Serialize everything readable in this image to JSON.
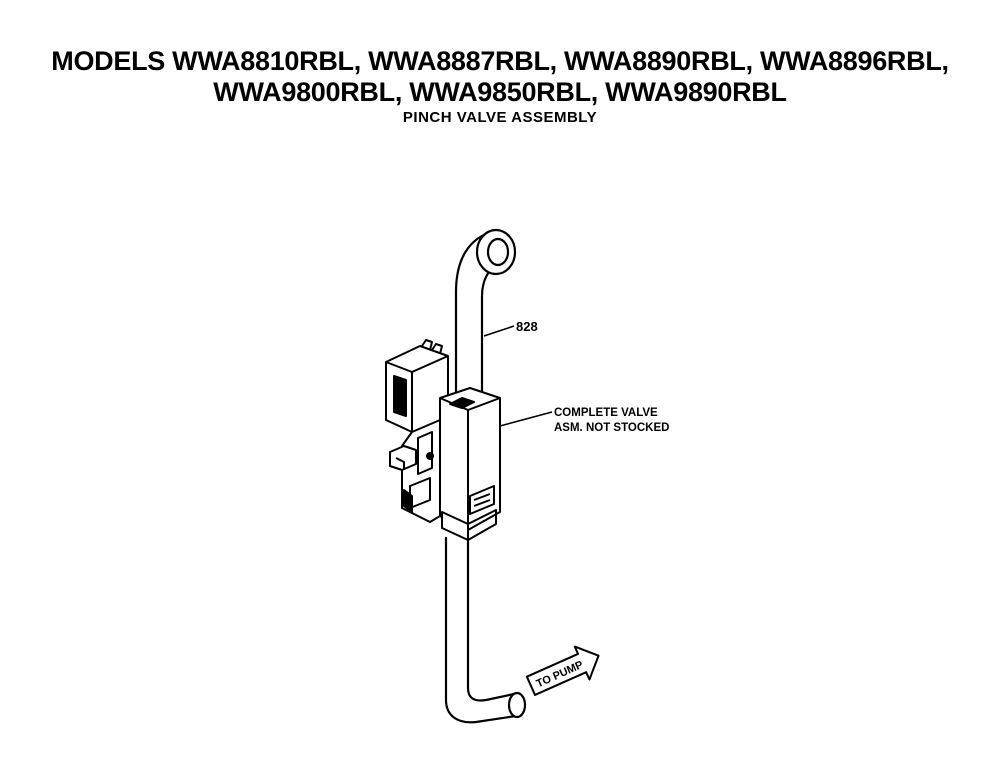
{
  "header": {
    "title_line_1": "MODELS WWA8810RBL, WWA8887RBL, WWA8890RBL, WWA8896RBL,",
    "title_line_2": "WWA9800RBL, WWA9850RBL, WWA9890RBL",
    "subtitle": "PINCH VALVE ASSEMBLY"
  },
  "callouts": {
    "part_number": "828",
    "valve_note_line_1": "COMPLETE VALVE",
    "valve_note_line_2": "ASM. NOT STOCKED",
    "arrow_label": "TO PUMP"
  },
  "colors": {
    "ink": "#000000",
    "paper": "#ffffff"
  }
}
